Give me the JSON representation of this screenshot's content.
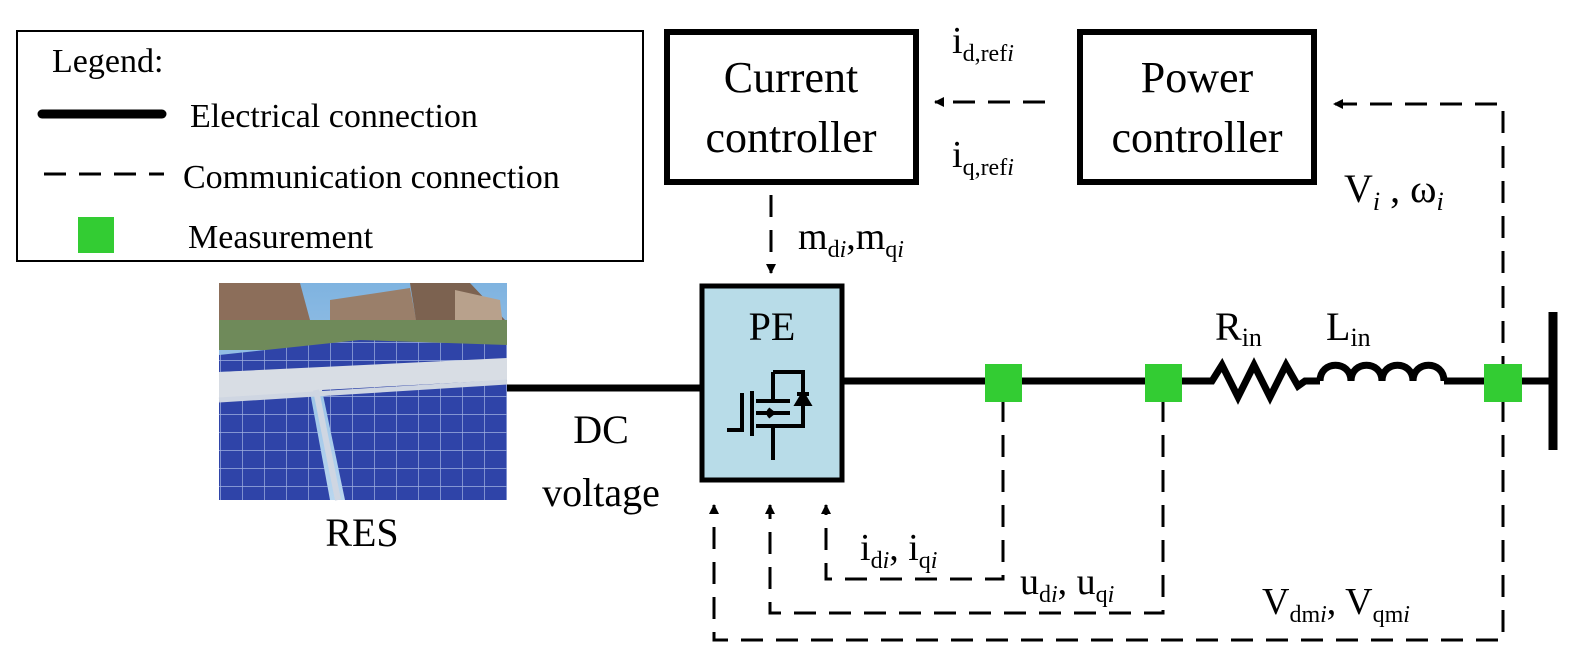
{
  "legend": {
    "title": "Legend:",
    "electrical": "Electrical connection",
    "communication": "Communication connection",
    "measurement": "Measurement"
  },
  "blocks": {
    "current_line1": "Current",
    "current_line2": "controller",
    "power_line1": "Power",
    "power_line2": "controller",
    "pe": "PE"
  },
  "labels": {
    "res": "RES",
    "dc_line1": "DC",
    "dc_line2": "voltage",
    "r_main": "R",
    "r_sub": "in",
    "l_main": "L",
    "l_sub": "in",
    "id_main": "i",
    "id_sub": "d,ref",
    "id_idx": "i",
    "iq_main": "i",
    "iq_sub": "q,ref",
    "iq_idx": "i",
    "v_main": "V",
    "v_idx": "i",
    "v_sep": " , ",
    "w_main": "ω",
    "w_idx": "i",
    "m_main": "m",
    "m_sub": "d",
    "m_idx": "i",
    "m_sep": ",",
    "m2_main": "m",
    "m2_sub": "q",
    "m2_idx": "i",
    "ic_main": "i",
    "ic_sub": "d",
    "ic_idx": "i",
    "ic_sep": ", ",
    "ic2_main": "i",
    "ic2_sub": "q",
    "ic2_idx": "i",
    "u_main": "u",
    "u_sub": "d",
    "u_idx": "i",
    "u_sep": ", ",
    "u2_main": "u",
    "u2_sub": "q",
    "u2_idx": "i",
    "vm_main": "V",
    "vm_sub": "dm",
    "vm_idx": "i",
    "vm_sep": ", ",
    "vm2_main": "V",
    "vm2_sub": "qm",
    "vm2_idx": "i"
  },
  "colors": {
    "measurement": "#33cc33",
    "pe_fill": "#b8dce8",
    "line": "#000000"
  }
}
